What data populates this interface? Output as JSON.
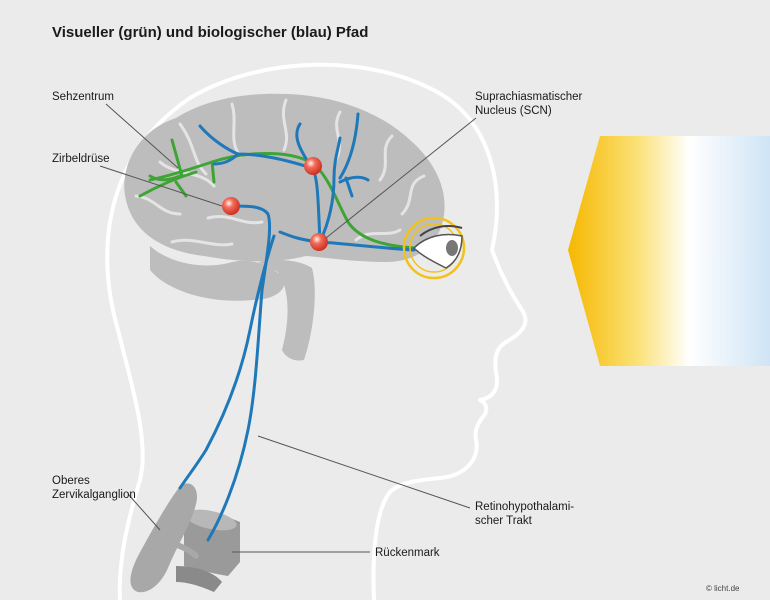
{
  "title": "Visueller (grün) und biologischer (blau) Pfad",
  "labels": {
    "sehzentrum": "Sehzentrum",
    "zirbeldruese": "Zirbeldrüse",
    "scn_line1": "Suprachiasmatischer",
    "scn_line2": "Nucleus (SCN)",
    "ganglion_line1": "Oberes",
    "ganglion_line2": "Zervikalganglion",
    "trakt_line1": "Retinohypothalami-",
    "trakt_line2": "scher Trakt",
    "rueckenmark": "Rückenmark"
  },
  "copyright": "© licht.de",
  "colors": {
    "background": "#ebebeb",
    "head_outline": "#ffffff",
    "brain": "#bdbdbd",
    "visual_path": "#3ea535",
    "biological_path": "#1f78b8",
    "node": "#e8473a",
    "eye_ring": "#f2c21b",
    "light_warm": "#f6b800",
    "light_cool": "#cfe4f5"
  }
}
